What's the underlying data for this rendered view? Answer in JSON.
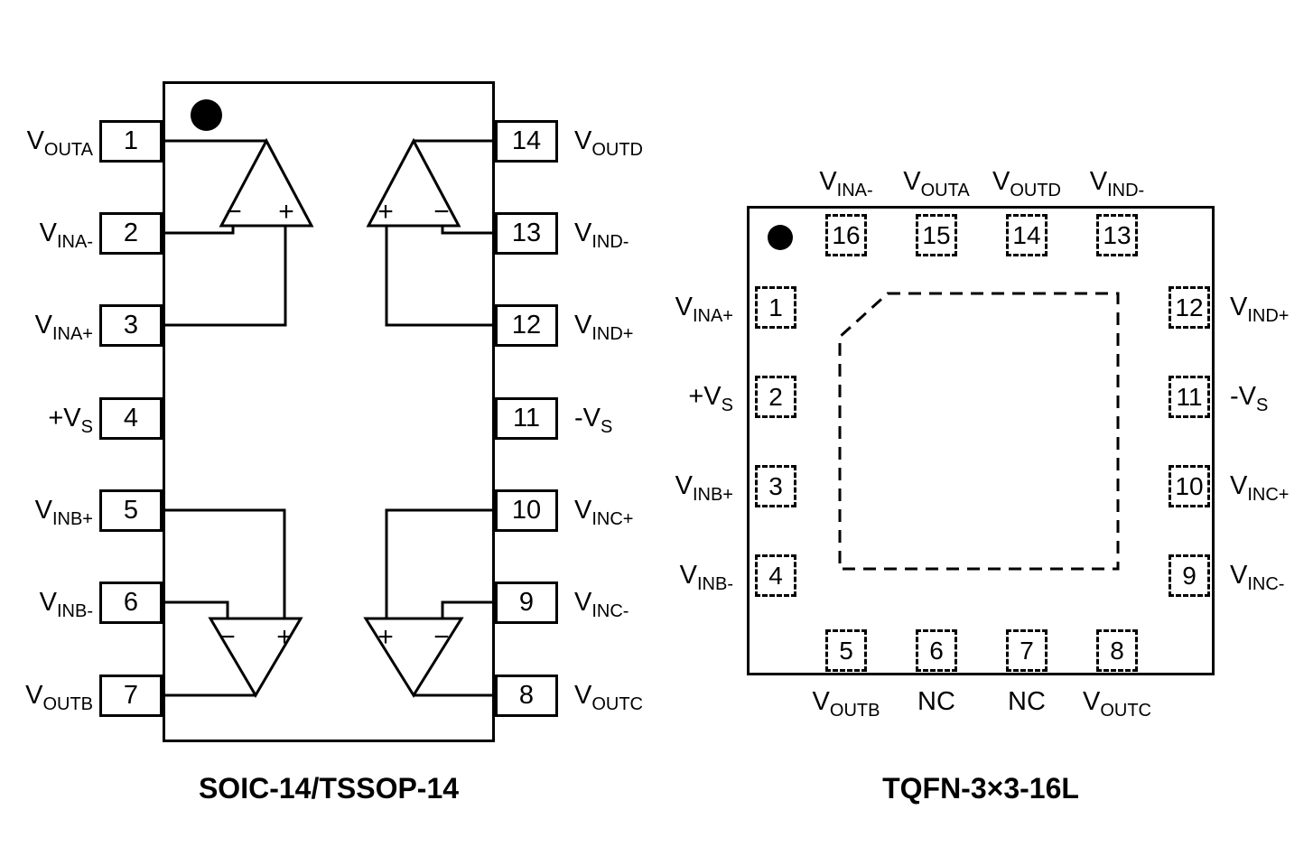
{
  "soic": {
    "caption": "SOIC-14/TSSOP-14",
    "opamp": {
      "plus": "+",
      "minus": "−"
    },
    "left": [
      {
        "num": "1",
        "main": "V",
        "sub": "OUTA"
      },
      {
        "num": "2",
        "main": "V",
        "sub": "INA-"
      },
      {
        "num": "3",
        "main": "V",
        "sub": "INA+"
      },
      {
        "num": "4",
        "main": "+V",
        "sub": "S"
      },
      {
        "num": "5",
        "main": "V",
        "sub": "INB+"
      },
      {
        "num": "6",
        "main": "V",
        "sub": "INB-"
      },
      {
        "num": "7",
        "main": "V",
        "sub": "OUTB"
      }
    ],
    "right": [
      {
        "num": "14",
        "main": "V",
        "sub": "OUTD"
      },
      {
        "num": "13",
        "main": "V",
        "sub": "IND-"
      },
      {
        "num": "12",
        "main": "V",
        "sub": "IND+"
      },
      {
        "num": "11",
        "main": "-V",
        "sub": "S"
      },
      {
        "num": "10",
        "main": "V",
        "sub": "INC+"
      },
      {
        "num": "9",
        "main": "V",
        "sub": "INC-"
      },
      {
        "num": "8",
        "main": "V",
        "sub": "OUTC"
      }
    ]
  },
  "tqfn": {
    "caption": "TQFN-3×3-16L",
    "top": [
      {
        "num": "16",
        "main": "V",
        "sub": "INA-"
      },
      {
        "num": "15",
        "main": "V",
        "sub": "OUTA"
      },
      {
        "num": "14",
        "main": "V",
        "sub": "OUTD"
      },
      {
        "num": "13",
        "main": "V",
        "sub": "IND-"
      }
    ],
    "left": [
      {
        "num": "1",
        "main": "V",
        "sub": "INA+"
      },
      {
        "num": "2",
        "main": "+V",
        "sub": "S"
      },
      {
        "num": "3",
        "main": "V",
        "sub": "INB+"
      },
      {
        "num": "4",
        "main": "V",
        "sub": "INB-"
      }
    ],
    "right": [
      {
        "num": "12",
        "main": "V",
        "sub": "IND+"
      },
      {
        "num": "11",
        "main": "-V",
        "sub": "S"
      },
      {
        "num": "10",
        "main": "V",
        "sub": "INC+"
      },
      {
        "num": "9",
        "main": "V",
        "sub": "INC-"
      }
    ],
    "bottom": [
      {
        "num": "5",
        "main": "V",
        "sub": "OUTB"
      },
      {
        "num": "6",
        "main": "NC",
        "sub": ""
      },
      {
        "num": "7",
        "main": "NC",
        "sub": ""
      },
      {
        "num": "8",
        "main": "V",
        "sub": "OUTC"
      }
    ]
  }
}
